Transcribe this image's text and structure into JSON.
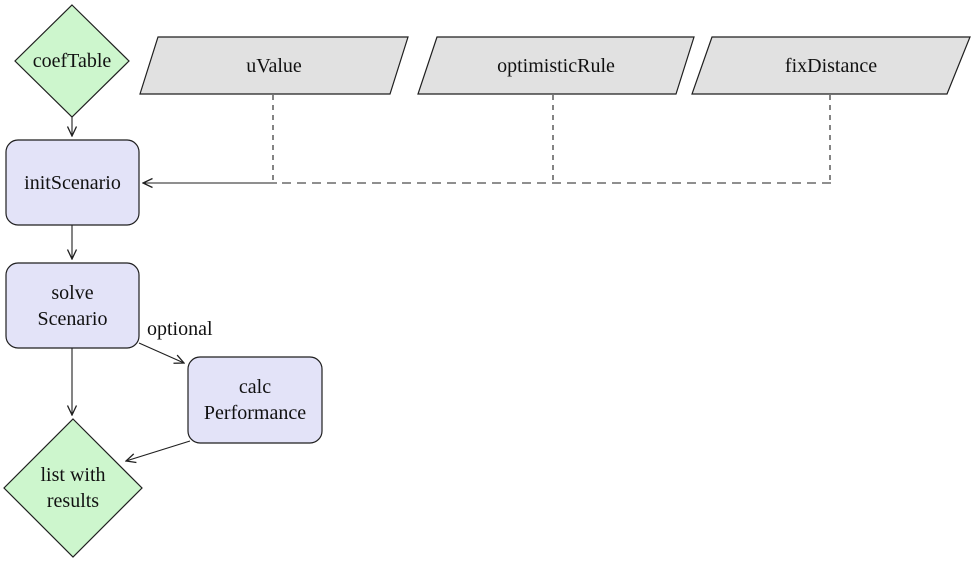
{
  "diagram": {
    "nodes": {
      "coef_table": {
        "label": "coefTable",
        "shape": "diamond"
      },
      "u_value": {
        "label": "uValue",
        "shape": "parallelogram"
      },
      "optimistic_rule": {
        "label": "optimisticRule",
        "shape": "parallelogram"
      },
      "fix_distance": {
        "label": "fixDistance",
        "shape": "parallelogram"
      },
      "init_scenario": {
        "label": "initScenario",
        "shape": "rounded-rect"
      },
      "solve_scenario": {
        "lines": [
          "solve",
          "Scenario"
        ],
        "shape": "rounded-rect"
      },
      "calc_performance": {
        "lines": [
          "calc",
          "Performance"
        ],
        "shape": "rounded-rect"
      },
      "list_results": {
        "lines": [
          "list with",
          "results"
        ],
        "shape": "diamond"
      }
    },
    "edge_labels": {
      "optional": "optional"
    },
    "colors": {
      "diamond_fill": "#cdf6cd",
      "process_fill": "#e3e3f8",
      "io_fill": "#e1e1e1",
      "line": "#1f1f1f"
    }
  }
}
